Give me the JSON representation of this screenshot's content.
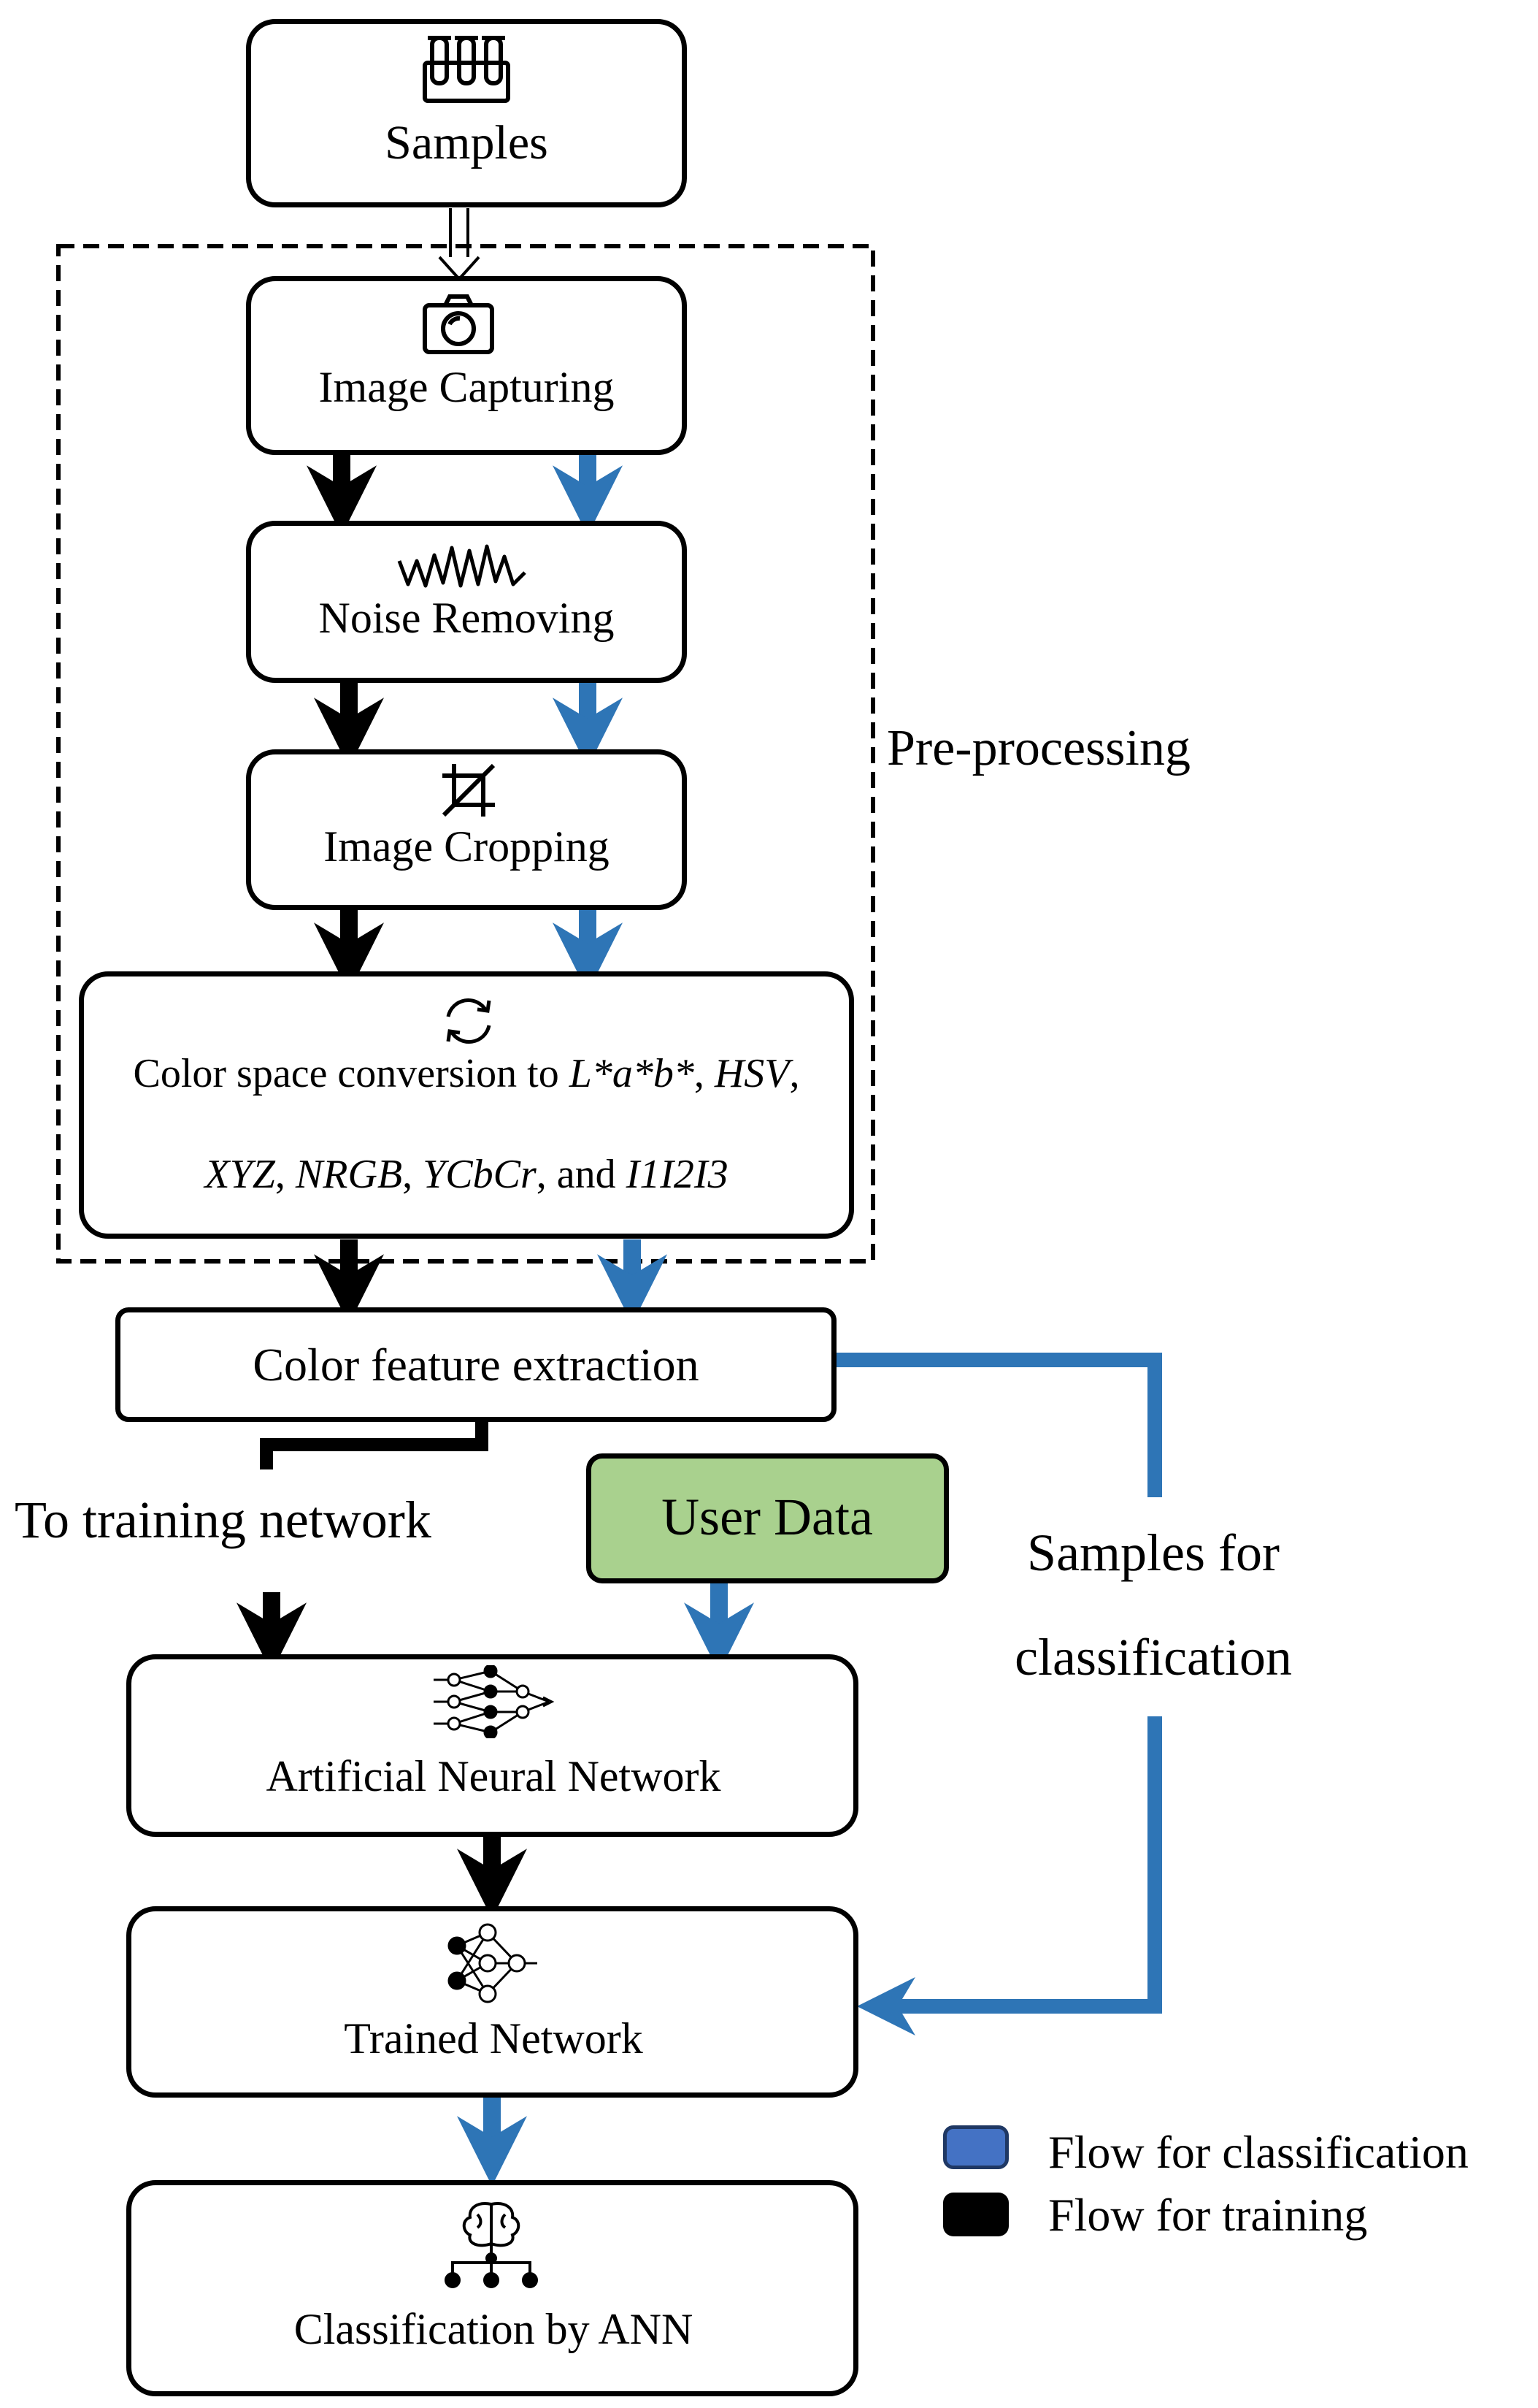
{
  "nodes": {
    "samples": "Samples",
    "image_capturing": "Image Capturing",
    "noise_removing": "Noise Removing",
    "image_cropping": "Image Cropping",
    "color_space": {
      "line1_prefix": "Color space conversion to ",
      "line1_lab": "L*a*b*",
      "line1_sep": ", ",
      "line1_hsv": "HSV",
      "line1_end": ",",
      "line2_xyz": "XYZ",
      "line2_sep1": ", ",
      "line2_nrgb": "NRGB",
      "line2_sep2": ", ",
      "line2_ycbcr": "YCbCr",
      "line2_and": ", and ",
      "line2_i1i2i3": "I1I2I3"
    },
    "color_feature_extraction": "Color feature extraction",
    "user_data": "User Data",
    "ann": "Artificial Neural Network",
    "trained_network": "Trained Network",
    "classification": "Classification by ANN"
  },
  "labels": {
    "preprocessing": "Pre-processing",
    "to_training": "To training network",
    "samples_for": "Samples for",
    "classification": "classification"
  },
  "legend": [
    {
      "label": "Flow for classification",
      "color": "#4472c4"
    },
    {
      "label": "Flow for training",
      "color": "#000000"
    }
  ],
  "colors": {
    "classification_arrow": "#2e75b6",
    "training_arrow": "#000000",
    "user_data_fill": "#a9d18e"
  },
  "icons": [
    "test-tubes-icon",
    "camera-icon",
    "waveform-icon",
    "crop-icon",
    "refresh-icon",
    "neural-network-icon",
    "trained-network-icon",
    "brain-hierarchy-icon"
  ]
}
